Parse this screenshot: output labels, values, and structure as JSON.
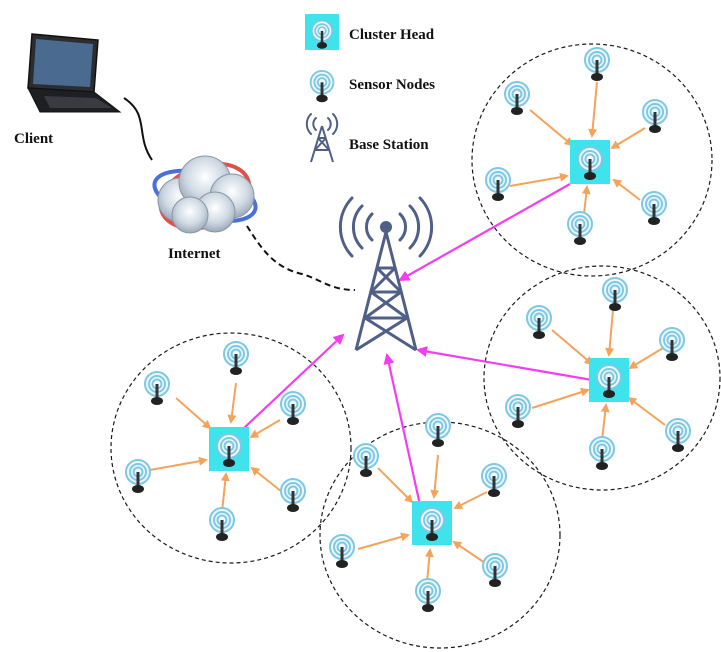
{
  "legend": {
    "cluster_head": "Cluster Head",
    "sensor_nodes": "Sensor Nodes",
    "base_station": "Base Station"
  },
  "labels": {
    "client": "Client",
    "internet": "Internet"
  },
  "colors": {
    "cluster_head_fill": "#3fe3ec",
    "sensor_to_head_arrow": "#f5a35a",
    "head_to_base_arrow": "#f33ef0",
    "cluster_boundary": "#1a1a1a",
    "tower": "#4f5f88",
    "ring": "#7dc8e4"
  },
  "icons": [
    "laptop-icon",
    "cloud-icon",
    "tower-icon",
    "sensor-node-icon"
  ]
}
